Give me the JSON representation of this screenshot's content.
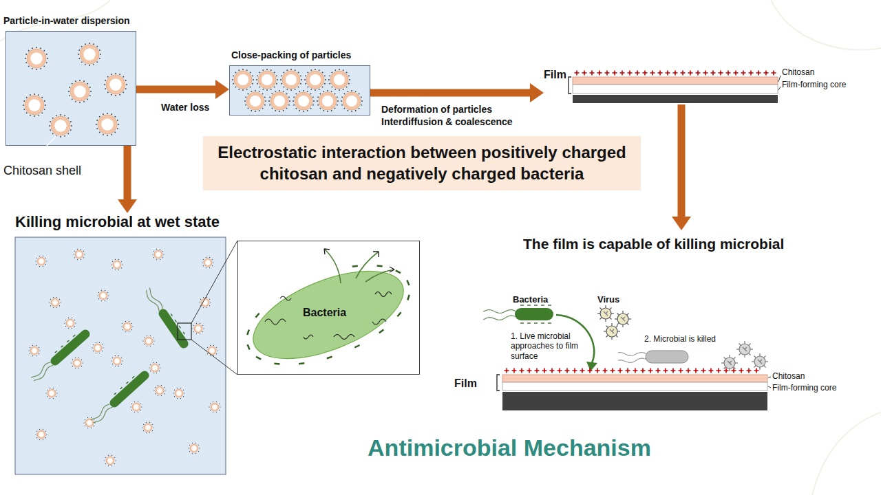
{
  "diagram": {
    "title": "Antimicrobial Mechanism",
    "nodes": [
      {
        "text": [
          "Particle-in-water dispersion"
        ]
      },
      {
        "text": [
          "Close-packing of particles"
        ]
      },
      {
        "text": [
          "Film"
        ]
      },
      {
        "text": [
          "Electrostatic interaction between positively charged chitosan and negatively charged bacteria"
        ]
      },
      {
        "text": [
          "Killing microbial at wet state"
        ]
      },
      {
        "text": [
          "Bacteria"
        ]
      },
      {
        "text": [
          "The film is capable of killing microbial",
          "Film"
        ]
      }
    ],
    "edges": [
      {
        "from": 0,
        "to": 1,
        "arrow": "to",
        "label": "Water loss"
      },
      {
        "from": 1,
        "to": 2,
        "arrow": "to",
        "label": "Deformation of particles Interdiffusion & coalescence"
      },
      {
        "from": 0,
        "to": 4,
        "arrow": "to"
      },
      {
        "from": 2,
        "to": 6,
        "arrow": "to"
      }
    ],
    "labels": [
      "Chitosan shell",
      "Chitosan",
      "Film-forming core",
      "Bacteria",
      "Virus",
      "1. Live microbial approaches to film surface",
      "2. Microbial is killed",
      "Chitosan",
      "Film-forming core"
    ]
  }
}
